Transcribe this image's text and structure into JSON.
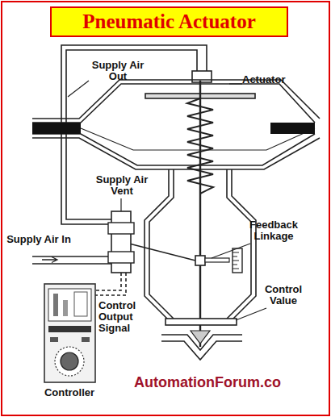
{
  "diagram": {
    "title": "Pneumatic Actuator",
    "labels": [
      "Supply Air Out",
      "Actuator",
      "Supply Air Vent",
      "Feedback Linkage",
      "Supply Air In",
      "Control Value",
      "Control Output Signal",
      "Controller",
      "AutomationForum.co"
    ]
  }
}
